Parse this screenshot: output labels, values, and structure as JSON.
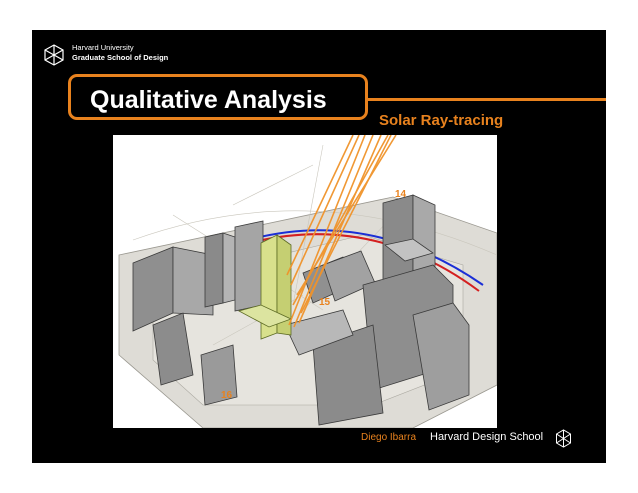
{
  "header": {
    "university": "Harvard University",
    "school": "Graduate School of Design"
  },
  "slide": {
    "title": "Qualitative Analysis",
    "subtitle": "Solar Ray-tracing",
    "accent_color": "#e8821e"
  },
  "figure": {
    "label_top": "14",
    "label_middle": "15",
    "label_bottom": "16"
  },
  "footer": {
    "author": "Diego Ibarra",
    "school": "Harvard Design School"
  },
  "icons": {
    "top_logo": "harvard-gsd-logo-icon",
    "bottom_logo": "harvard-gsd-logo-icon"
  }
}
